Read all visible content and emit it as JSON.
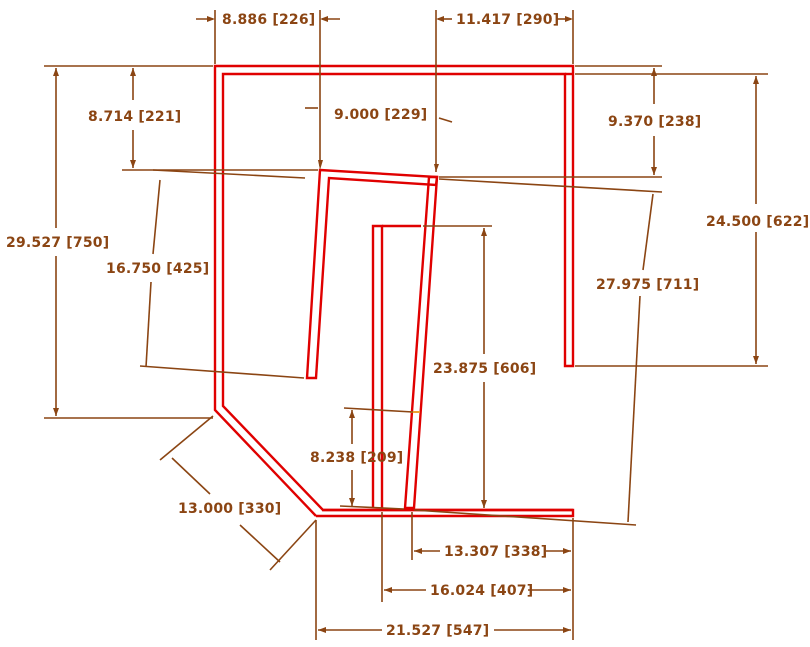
{
  "colors": {
    "wall": "#e00000",
    "dimension": "#8B4513",
    "background": "#ffffff"
  },
  "dimensions": {
    "top_left_width": "8.886 [226]",
    "top_right_width": "11.417 [290]",
    "left_top_offset": "8.714 [221]",
    "top_gap": "9.000 [229]",
    "right_top_offset": "9.370 [238]",
    "overall_left_height": "29.527 [750]",
    "overall_right_height": "24.500 [622]",
    "inner_left_leg": "16.750 [425]",
    "right_diagonal_span": "27.975 [711]",
    "inner_right_height": "23.875 [606]",
    "lower_segment": "8.238 [209]",
    "corner_chamfer": "13.000 [330]",
    "bottom_inner_width": "13.307 [338]",
    "bottom_mid_width": "16.024 [407]",
    "bottom_overall_width": "21.527 [547]"
  }
}
